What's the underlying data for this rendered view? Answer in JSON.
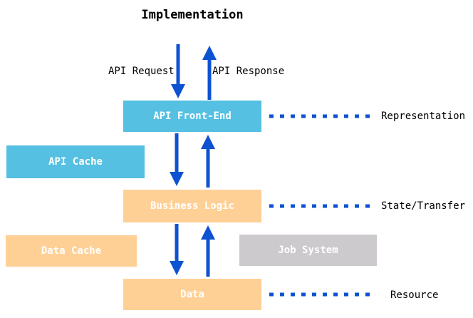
{
  "diagram": {
    "title": "Implementation",
    "flow_labels": {
      "request": "API Request",
      "response": "API Response"
    },
    "boxes": {
      "api_front_end": "API Front-End",
      "api_cache": "API Cache",
      "business_logic": "Business Logic",
      "data_cache": "Data Cache",
      "job_system": "Job System",
      "data": "Data"
    },
    "layer_labels": {
      "representation": "Representation",
      "state_transfer": "State/Transfer",
      "resource": "Resource"
    },
    "colors": {
      "blue_box": "#55C0E2",
      "orange_box": "#FFD096",
      "gray_box": "#CDCACD",
      "arrow_blue": "#0D52D1",
      "box_text": "#FFFFFF",
      "label_text": "#000000"
    }
  }
}
